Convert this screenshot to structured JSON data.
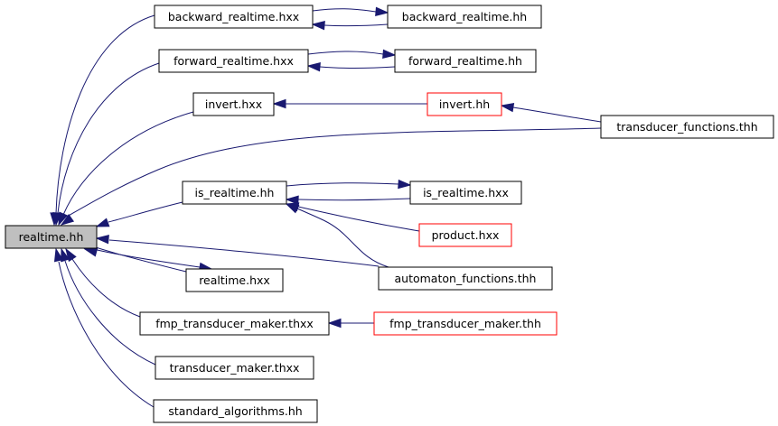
{
  "diagram": {
    "nodes": [
      {
        "id": "realtime_hh",
        "label": "realtime.hh",
        "style": "root"
      },
      {
        "id": "backward_realtime_hxx",
        "label": "backward_realtime.hxx",
        "style": "black"
      },
      {
        "id": "backward_realtime_hh",
        "label": "backward_realtime.hh",
        "style": "black"
      },
      {
        "id": "forward_realtime_hxx",
        "label": "forward_realtime.hxx",
        "style": "black"
      },
      {
        "id": "forward_realtime_hh",
        "label": "forward_realtime.hh",
        "style": "black"
      },
      {
        "id": "invert_hxx",
        "label": "invert.hxx",
        "style": "black"
      },
      {
        "id": "invert_hh",
        "label": "invert.hh",
        "style": "red"
      },
      {
        "id": "transducer_functions_thh",
        "label": "transducer_functions.thh",
        "style": "black"
      },
      {
        "id": "is_realtime_hh",
        "label": "is_realtime.hh",
        "style": "black"
      },
      {
        "id": "is_realtime_hxx",
        "label": "is_realtime.hxx",
        "style": "black"
      },
      {
        "id": "product_hxx",
        "label": "product.hxx",
        "style": "red"
      },
      {
        "id": "automaton_functions_thh",
        "label": "automaton_functions.thh",
        "style": "black"
      },
      {
        "id": "realtime_hxx",
        "label": "realtime.hxx",
        "style": "black"
      },
      {
        "id": "fmp_transducer_maker_thxx",
        "label": "fmp_transducer_maker.thxx",
        "style": "black"
      },
      {
        "id": "fmp_transducer_maker_thh",
        "label": "fmp_transducer_maker.thh",
        "style": "red"
      },
      {
        "id": "transducer_maker_thxx",
        "label": "transducer_maker.thxx",
        "style": "black"
      },
      {
        "id": "standard_algorithms_hh",
        "label": "standard_algorithms.hh",
        "style": "black"
      }
    ],
    "edges": [
      {
        "from": "backward_realtime_hxx",
        "to": "realtime_hh"
      },
      {
        "from": "forward_realtime_hxx",
        "to": "realtime_hh"
      },
      {
        "from": "invert_hxx",
        "to": "realtime_hh"
      },
      {
        "from": "transducer_functions_thh",
        "to": "realtime_hh"
      },
      {
        "from": "is_realtime_hh",
        "to": "realtime_hh"
      },
      {
        "from": "automaton_functions_thh",
        "to": "realtime_hh"
      },
      {
        "from": "realtime_hxx",
        "to": "realtime_hh"
      },
      {
        "from": "realtime_hh",
        "to": "realtime_hxx"
      },
      {
        "from": "fmp_transducer_maker_thxx",
        "to": "realtime_hh"
      },
      {
        "from": "transducer_maker_thxx",
        "to": "realtime_hh"
      },
      {
        "from": "standard_algorithms_hh",
        "to": "realtime_hh"
      },
      {
        "from": "backward_realtime_hxx",
        "to": "backward_realtime_hh"
      },
      {
        "from": "backward_realtime_hh",
        "to": "backward_realtime_hxx"
      },
      {
        "from": "forward_realtime_hxx",
        "to": "forward_realtime_hh"
      },
      {
        "from": "forward_realtime_hh",
        "to": "forward_realtime_hxx"
      },
      {
        "from": "invert_hh",
        "to": "invert_hxx"
      },
      {
        "from": "transducer_functions_thh",
        "to": "invert_hh"
      },
      {
        "from": "is_realtime_hh",
        "to": "is_realtime_hxx"
      },
      {
        "from": "is_realtime_hxx",
        "to": "is_realtime_hh"
      },
      {
        "from": "product_hxx",
        "to": "is_realtime_hh"
      },
      {
        "from": "automaton_functions_thh",
        "to": "is_realtime_hh"
      },
      {
        "from": "fmp_transducer_maker_thh",
        "to": "fmp_transducer_maker_thxx"
      }
    ]
  }
}
